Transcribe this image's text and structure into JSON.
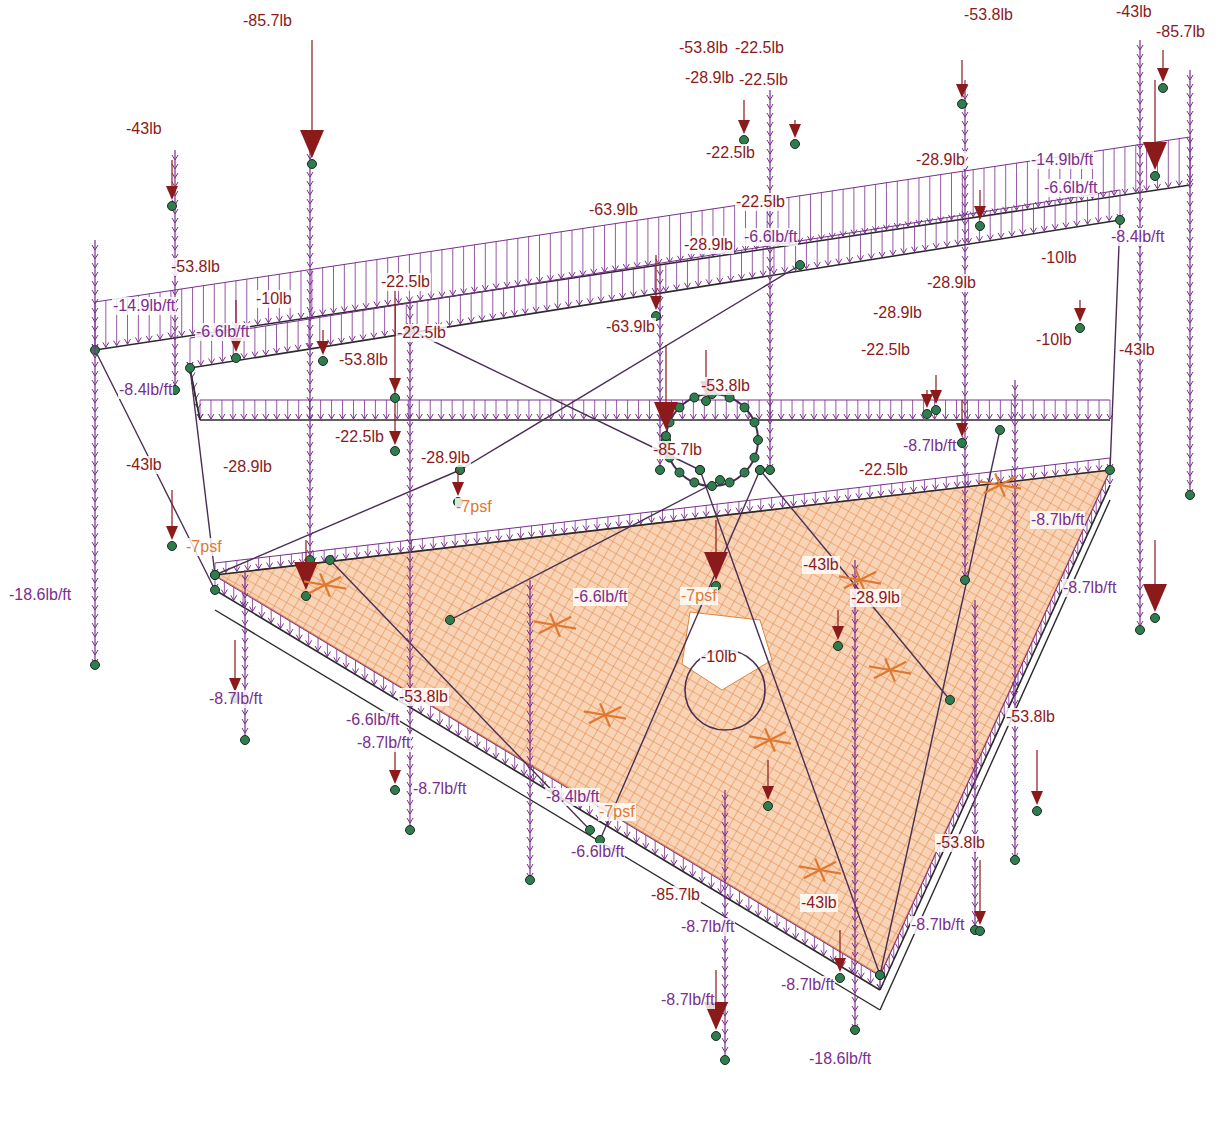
{
  "diagram": {
    "labels": [
      "-85.7lb",
      "-43lb",
      "-53.8lb",
      "-14.9lb/ft",
      "-6.6lb/ft",
      "-8.4lb/ft",
      "-43lb",
      "-18.6lb/ft",
      "-10lb",
      "-22.5lb",
      "-53.8lb",
      "-22.5lb",
      "-22.5lb",
      "-28.9lb",
      "-28.9lb",
      "-63.9lb",
      "-63.9lb",
      "-53.8lb",
      "-85.7lb",
      "-53.8lb",
      "-22.5lb",
      "-28.9lb",
      "-22.5lb",
      "-22.5lb",
      "-22.5lb",
      "-28.9lb",
      "-6.6lb/ft",
      "-53.8lb",
      "-43lb",
      "-85.7lb",
      "-28.9lb",
      "-14.9lb/ft",
      "-6.6lb/ft",
      "-8.4lb/ft",
      "-10lb",
      "-28.9lb",
      "-28.9lb",
      "-22.5lb",
      "-10lb",
      "-43lb",
      "-8.7lb/ft",
      "-8.7lb/ft",
      "-8.7lb/ft",
      "-8.7lb/ft",
      "-8.4lb/ft",
      "-6.6lb/ft",
      "-85.7lb",
      "-8.7lb/ft",
      "-8.7lb/ft",
      "-18.6lb/ft",
      "-43lb",
      "-53.8lb",
      "-53.8lb",
      "-53.8lb",
      "-7psf",
      "-7psf",
      "-7psf",
      "-7psf",
      "-28.9lb",
      "-43lb",
      "-6.6lb/ft",
      "-22.5lb",
      "-8.7lb/ft",
      "-10lb",
      "-6.6lb/ft",
      "-8.7lb/ft",
      "-8.7lb/ft",
      "-8.7lb/ft"
    ]
  }
}
